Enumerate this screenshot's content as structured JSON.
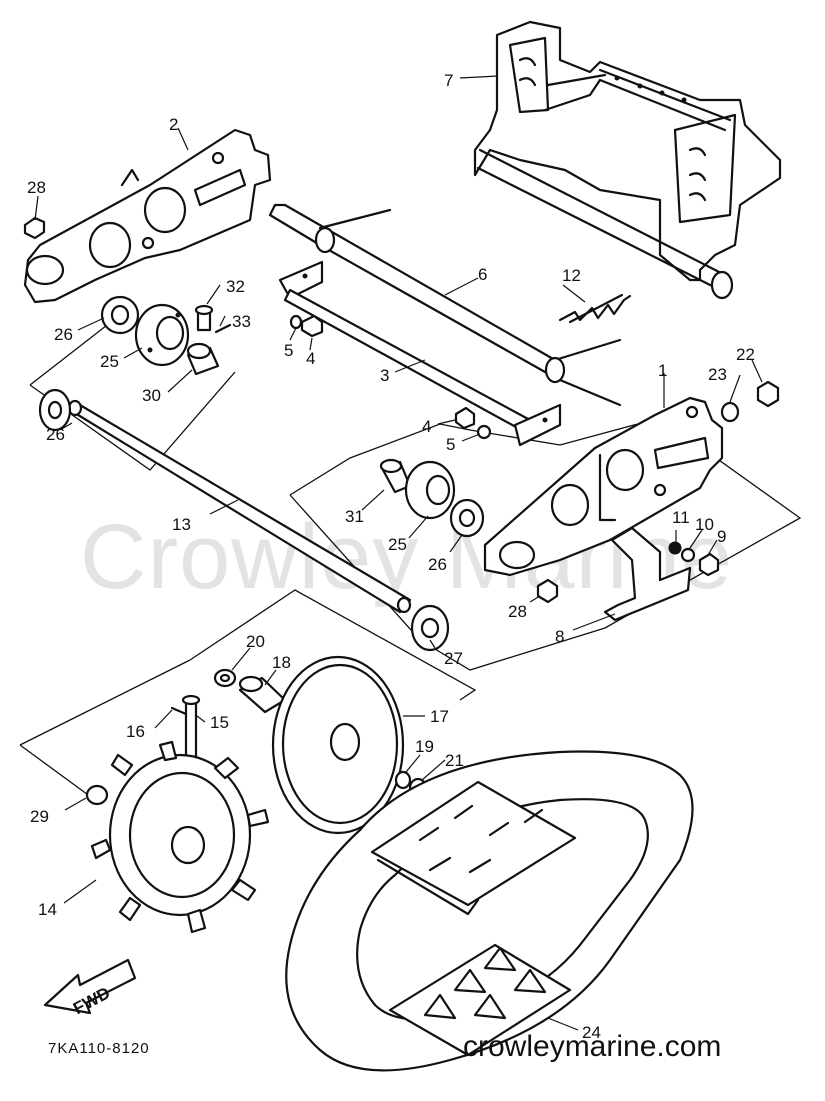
{
  "watermark": "Crowley Marine",
  "site_footer": "crowleymarine.com",
  "drawing_code": "7KA110-8120",
  "fwd_arrow_label": "FWD",
  "callouts": {
    "c1": "1",
    "c2": "2",
    "c3": "3",
    "c4a": "4",
    "c4b": "4",
    "c5a": "5",
    "c5b": "5",
    "c6": "6",
    "c7": "7",
    "c8": "8",
    "c9": "9",
    "c10": "10",
    "c11": "11",
    "c12": "12",
    "c13": "13",
    "c14": "14",
    "c15": "15",
    "c16": "16",
    "c17": "17",
    "c18": "18",
    "c19": "19",
    "c20": "20",
    "c21": "21",
    "c22": "22",
    "c23": "23",
    "c24": "24",
    "c25a": "25",
    "c25b": "25",
    "c26a": "26",
    "c26b": "26",
    "c26c": "26",
    "c27": "27",
    "c28a": "28",
    "c28b": "28",
    "c29": "29",
    "c30": "30",
    "c31": "31",
    "c32": "32",
    "c33": "33"
  }
}
